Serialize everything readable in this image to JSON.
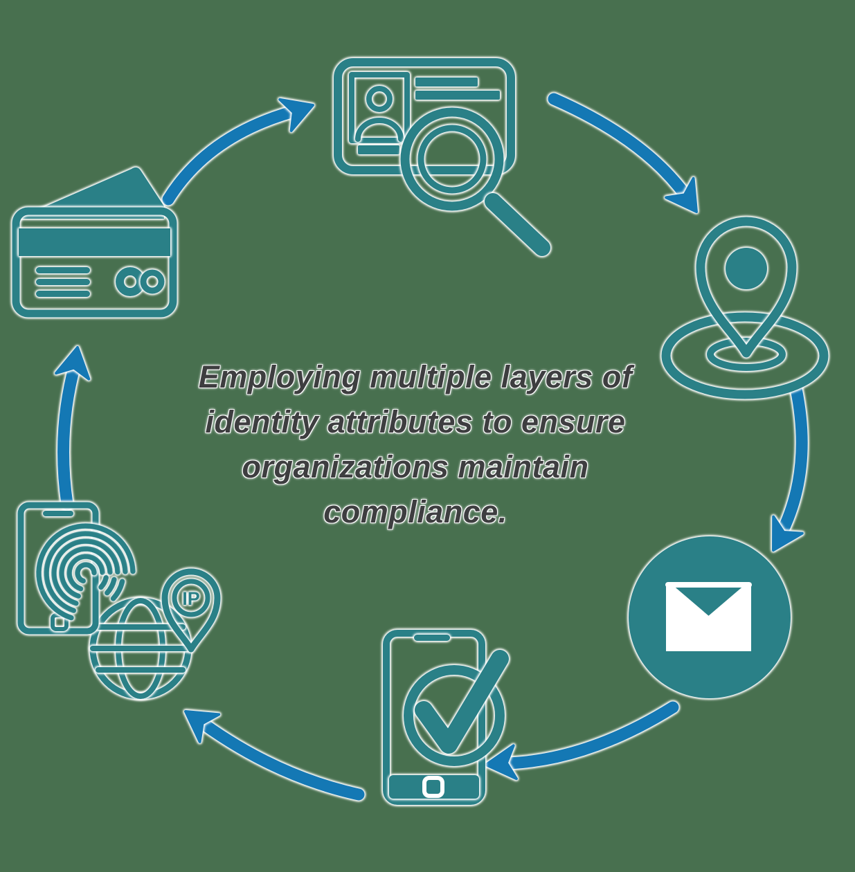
{
  "diagram": {
    "center_text_lines": [
      "Employing multiple layers of",
      "identity attributes to ensure",
      "organizations maintain",
      "compliance."
    ],
    "ip_label": "IP",
    "flow": "clockwise",
    "icons": [
      {
        "name": "credit-card-icon"
      },
      {
        "name": "id-card-magnifier-icon"
      },
      {
        "name": "location-pin-icon"
      },
      {
        "name": "email-icon"
      },
      {
        "name": "phone-checkmark-icon"
      },
      {
        "name": "globe-ip-pin-icon"
      },
      {
        "name": "phone-fingerprint-icon"
      }
    ]
  },
  "colors": {
    "teal": "#2A8087",
    "blue": "#1478B4",
    "background": "#48704F",
    "text": "#3E3E40",
    "halo": "#FFFFFF"
  }
}
